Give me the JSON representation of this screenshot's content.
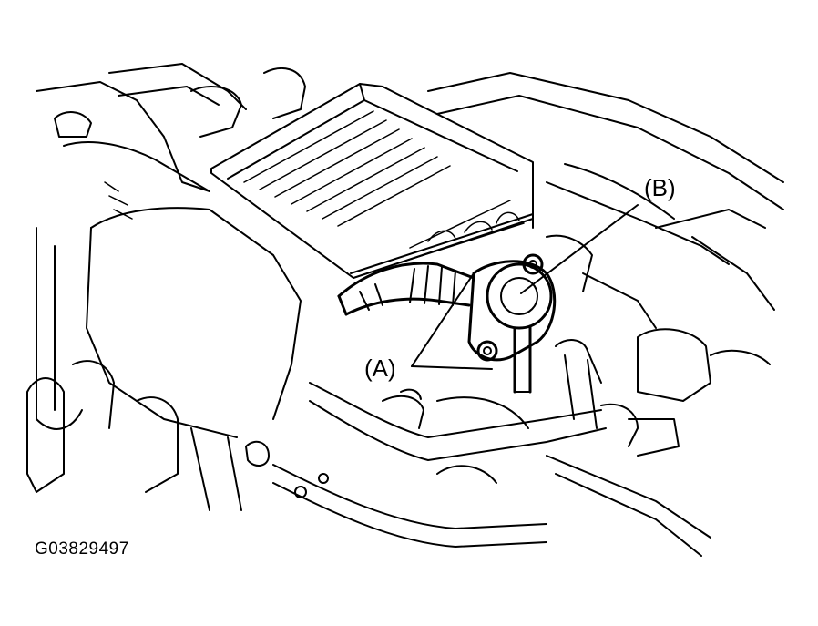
{
  "labels": {
    "a": "(A)",
    "b": "(B)"
  },
  "figure_id": "G03829497"
}
